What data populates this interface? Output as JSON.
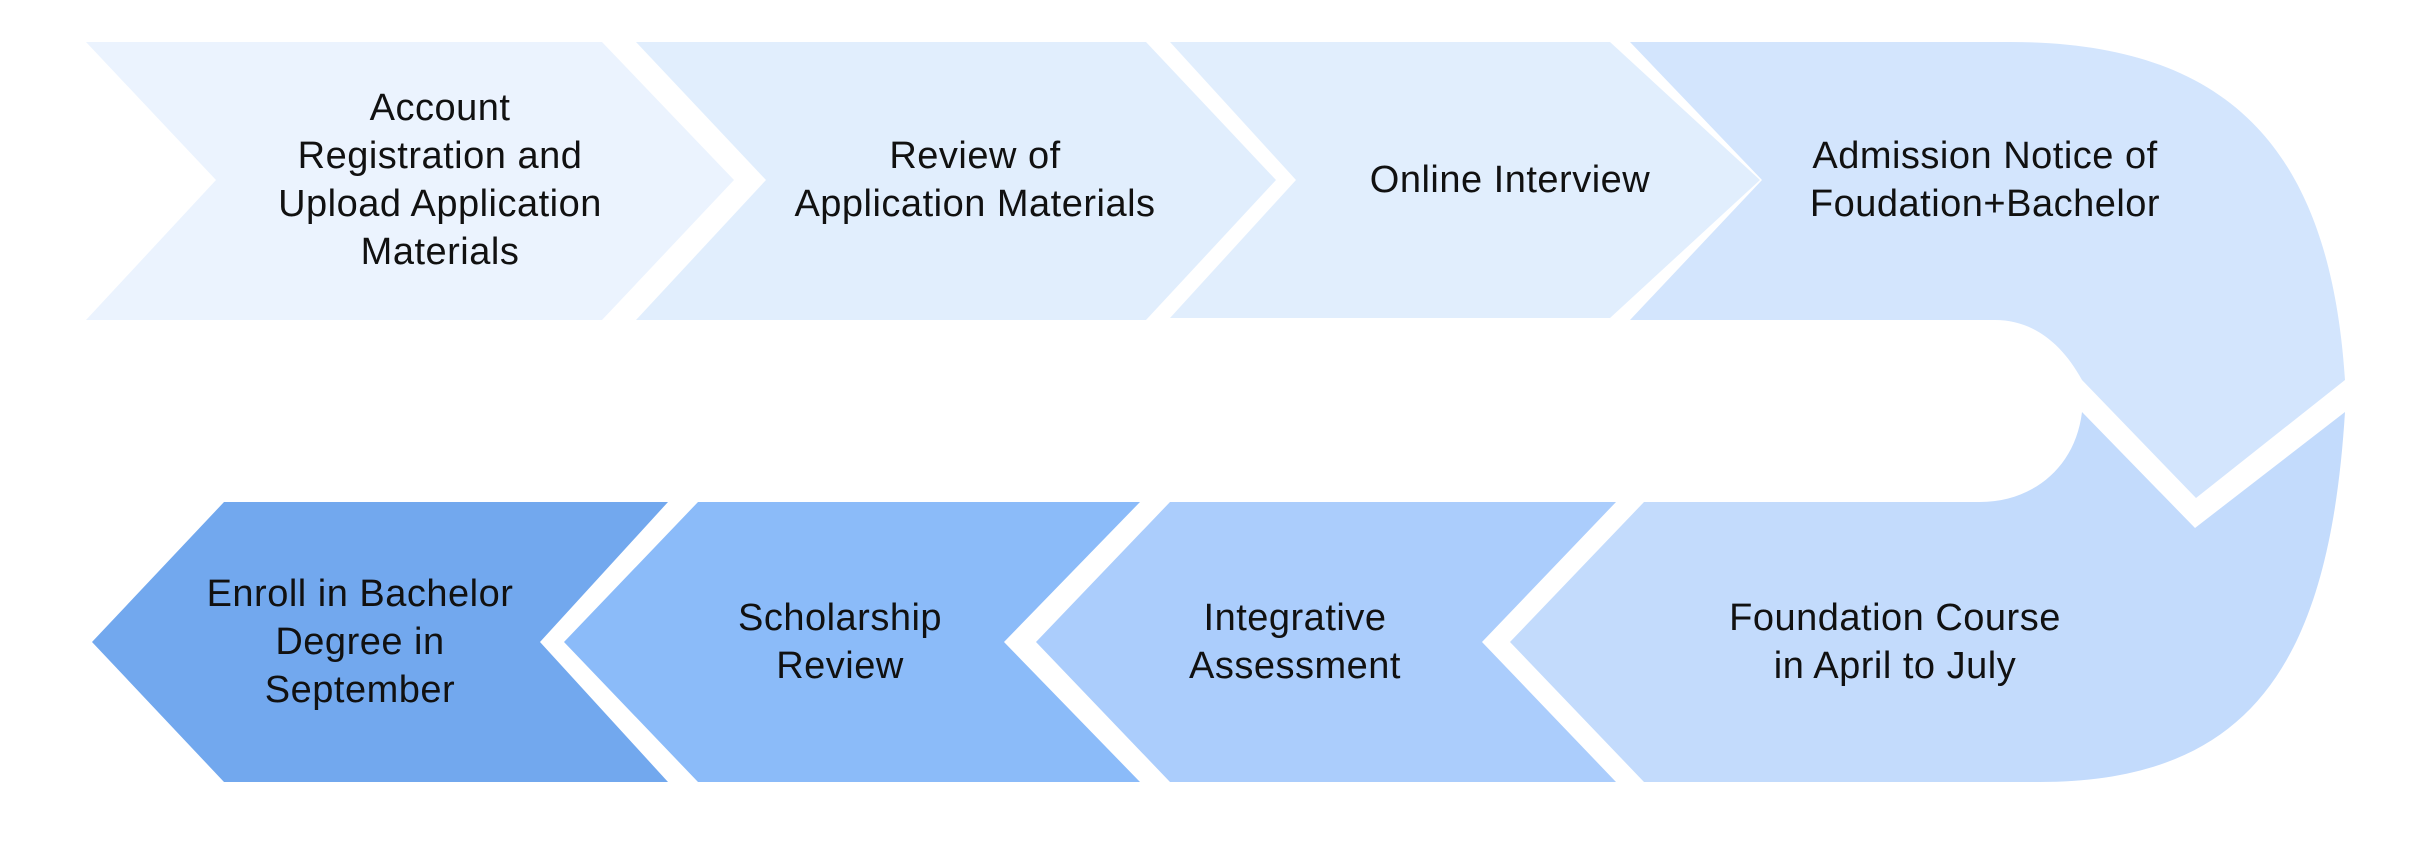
{
  "diagram": {
    "steps": [
      {
        "label": "Account\nRegistration and\nUpload Application\nMaterials",
        "color": "#EBF3FE"
      },
      {
        "label": "Review of\nApplication Materials",
        "color": "#E1EEFD"
      },
      {
        "label": "Online Interview",
        "color": "#E1EEFD"
      },
      {
        "label": "Admission Notice of\nFoudation+Bachelor",
        "color": "#D3E5FD"
      },
      {
        "label": "Foundation Course\nin April to July",
        "color": "#C3DBFC"
      },
      {
        "label": "Integrative\nAssessment",
        "color": "#ABCDFC"
      },
      {
        "label": "Scholarship\nReview",
        "color": "#8BBBF9"
      },
      {
        "label": "Enroll in Bachelor\nDegree in\nSeptember",
        "color": "#72A8EE"
      }
    ]
  }
}
